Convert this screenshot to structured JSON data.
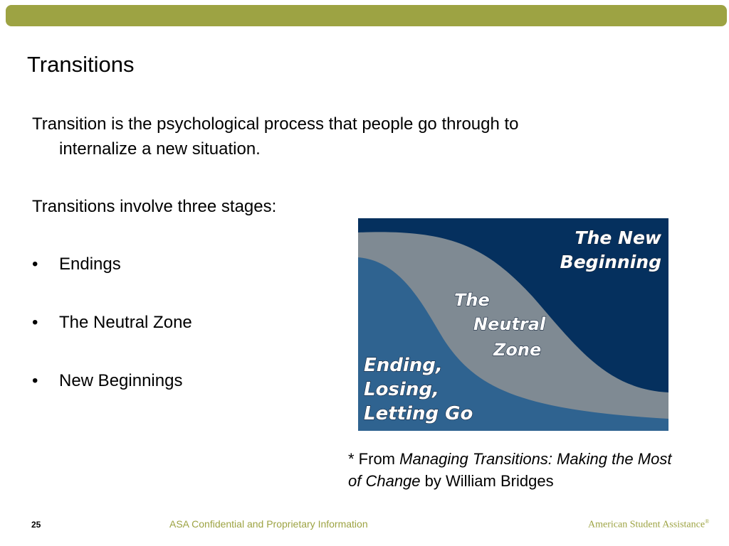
{
  "slide": {
    "title": "Transitions",
    "intro_line1": "Transition is the psychological process that people go through to",
    "intro_line2": "internalize a new situation.",
    "stages_heading": "Transitions involve three stages:",
    "bullet_char": "•",
    "bullets": [
      "Endings",
      "The Neutral Zone",
      "New Beginnings"
    ]
  },
  "diagram": {
    "labels": {
      "new_beginning_1": "The New",
      "new_beginning_2": "Beginning",
      "neutral_1": "The",
      "neutral_2": "Neutral",
      "neutral_3": "Zone",
      "ending_1": "Ending,",
      "ending_2": "Losing,",
      "ending_3": "Letting Go"
    },
    "colors": {
      "new_beginning": "#05305e",
      "neutral_zone": "#7f8a93",
      "ending": "#2f6390"
    }
  },
  "citation": {
    "prefix": "* From ",
    "book_title_line1": "Managing Transitions: Making the Most",
    "book_title_line2": "of Change",
    "suffix": " by William Bridges"
  },
  "footer": {
    "page_number": "25",
    "confidential": "ASA Confidential and Proprietary Information",
    "brand": "American Student Assistance",
    "brand_mark": "®"
  },
  "theme": {
    "accent": "#9da343"
  }
}
